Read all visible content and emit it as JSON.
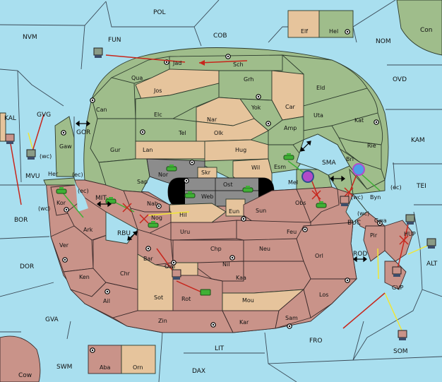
{
  "colors": {
    "sea": "#a9dfef",
    "green_power": "#9fbd8b",
    "tan_power": "#e6c49c",
    "red_power": "#c99389",
    "grey_center": "#8c8c8c",
    "move_red": "#c8261c",
    "move_yellow": "#f2e632",
    "move_green": "#3fb035"
  },
  "labels": {
    "sea": [
      "POL",
      "NVM",
      "FUN",
      "COB",
      "NOM",
      "Con",
      "OVD",
      "KAL",
      "GVG",
      "GOR",
      "KAM",
      "SMA",
      "TEI",
      "MIT",
      "BOR",
      "RBU",
      "BUC",
      "DOR",
      "ROD",
      "ALT",
      "GVA",
      "FRO",
      "LIT",
      "SWM",
      "SOM",
      "DAX",
      "Cow",
      "MVU"
    ],
    "land": [
      "Elf",
      "Hel",
      "Jad",
      "Sch",
      "Qua",
      "Jos",
      "Grh",
      "Eld",
      "Can",
      "Car",
      "Yok",
      "Uta",
      "Elc",
      "Tel",
      "Nar",
      "Olk",
      "Amp",
      "Kat",
      "Gaw",
      "Gur",
      "Lan",
      "Hug",
      "Rie",
      "Bri",
      "Wil",
      "Esm",
      "Nor",
      "Skr",
      "Ost",
      "Mel",
      "Sap",
      "Web",
      "Her",
      "Byn",
      "Kor",
      "Nab",
      "Eun",
      "Sun",
      "Obs",
      "Gwa",
      "Ark",
      "Hil",
      "Nog",
      "Pir",
      "Uru",
      "Feu",
      "HUP",
      "Ver",
      "Chp",
      "Neu",
      "Orl",
      "Bar",
      "Owl",
      "Nil",
      "Ken",
      "Chr",
      "Kaa",
      "Los",
      "GVP",
      "Rot",
      "Sot",
      "Mou",
      "Ail",
      "Zin",
      "Kar",
      "Sam",
      "Aba",
      "Orn"
    ],
    "coasts": [
      "(wc)",
      "(ec)",
      "(ec)",
      "(wc)",
      "(wc)",
      "(ec)",
      "(wc)"
    ]
  }
}
